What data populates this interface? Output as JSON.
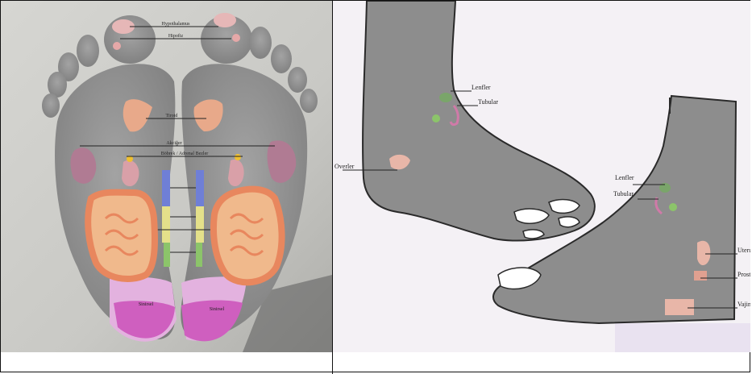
{
  "figure": {
    "sole_chart": {
      "labels": {
        "hypothalamus": "Hypothalamus",
        "hypofiz": "Hipofiz",
        "tiroid": "Tiroid",
        "akciger": "Akciğer",
        "bobrek": "Böbrek / Adrenal Bezler",
        "sol_heel": "Sinirsel",
        "sag_heel": "Sinirsel"
      }
    },
    "side_chart": {
      "labels": {
        "lenfler_1": "Lenfler",
        "tubular_1": "Tubular",
        "overler": "Overler",
        "lenfler_2": "Lenfler",
        "tubular_2": "Tubular",
        "uterus": "Uterus",
        "prostat": "Prostat",
        "vajina": "Vajina"
      }
    }
  },
  "colors": {
    "foot_gray": "#8d8d8d",
    "foot_outline": "#2a2a2a",
    "photo_bg": "#cfcfcb",
    "thyroid_pink": "#e8a98a",
    "kidney_pink": "#d9a0a8",
    "intestine_orange": "#e8875e",
    "spine_blue": "#6f7fd6",
    "spine_yellow": "#e4e08a",
    "spine_green": "#8cc46a",
    "heel_magenta": "#cf5fbf",
    "heel_light": "#e3b2df"
  }
}
